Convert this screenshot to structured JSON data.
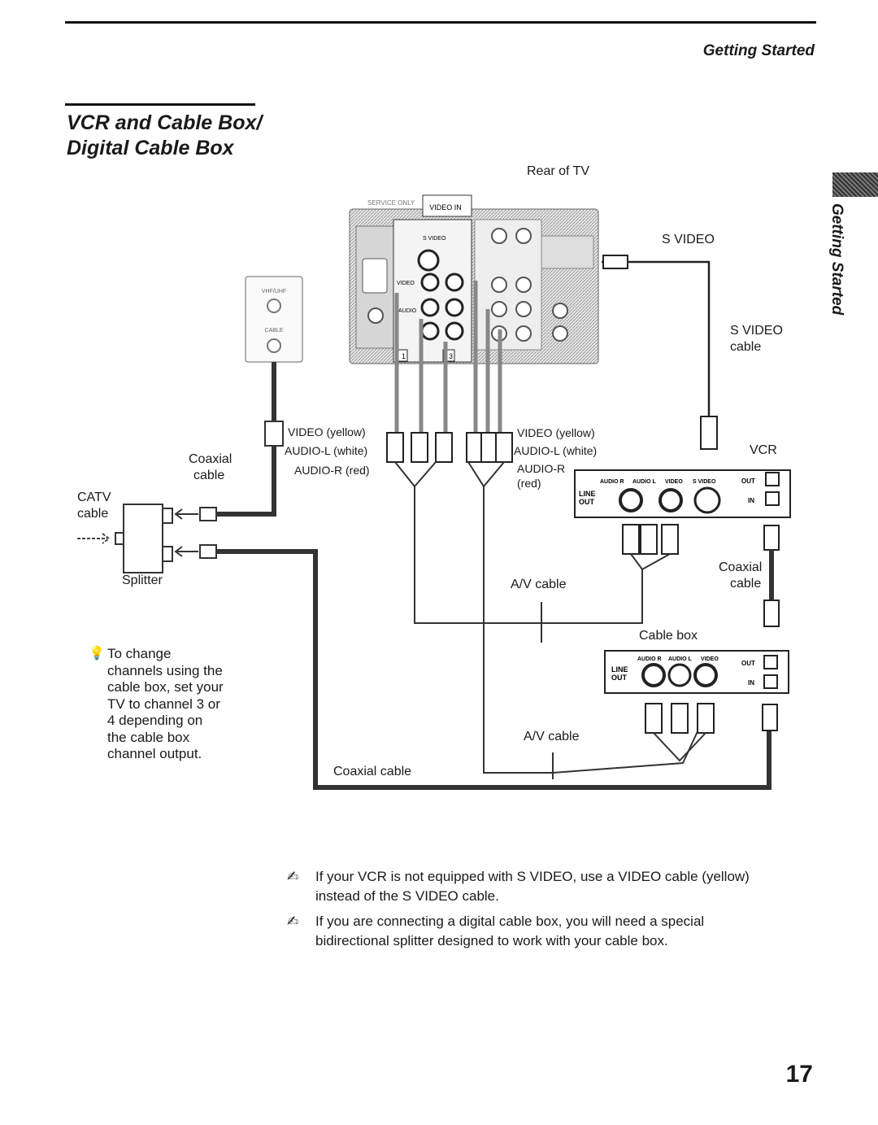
{
  "header": {
    "running_head": "Getting Started",
    "side_tab": "Getting Started"
  },
  "title": {
    "line1": "VCR and Cable Box/",
    "line2": "Digital Cable Box"
  },
  "tv": {
    "caption": "Rear of TV",
    "panel_labels": {
      "service_only": "SERVICE ONLY",
      "video_in": "VIDEO IN",
      "s_video": "S VIDEO",
      "video": "VIDEO",
      "audio": "AUDIO",
      "vhf_uhf": "VHF/UHF",
      "cable": "CABLE",
      "in1": "1",
      "in3": "3"
    }
  },
  "labels": {
    "s_video": "S VIDEO",
    "s_video_cable_1": "S VIDEO",
    "s_video_cable_2": "cable",
    "video_yellow_left": "VIDEO (yellow)",
    "audio_l_white_left": "AUDIO-L (white)",
    "audio_r_red_left": "AUDIO-R (red)",
    "video_yellow_right": "VIDEO (yellow)",
    "audio_l_white_right": "AUDIO-L (white)",
    "audio_r_right_1": "AUDIO-R",
    "audio_r_right_2": "(red)",
    "coaxial_cable_1": "Coaxial",
    "coaxial_cable_2": "cable",
    "catv_1": "CATV",
    "catv_2": "cable",
    "splitter": "Splitter",
    "av_cable_1": "A/V cable",
    "av_cable_2": "A/V cable",
    "vcr": "VCR",
    "coaxial_right_1": "Coaxial",
    "coaxial_right_2": "cable",
    "cable_box": "Cable box",
    "coaxial_bottom": "Coaxial cable"
  },
  "vcr_panel": {
    "audio_r": "AUDIO R",
    "audio_l": "AUDIO L",
    "video": "VIDEO",
    "s_video": "S VIDEO",
    "line": "LINE",
    "out": "OUT",
    "out_rf": "OUT",
    "in_rf": "IN"
  },
  "cablebox_panel": {
    "audio_r": "AUDIO R",
    "audio_l": "AUDIO L",
    "video": "VIDEO",
    "line": "LINE",
    "out": "OUT",
    "out_rf": "OUT",
    "in_rf": "IN"
  },
  "tip": {
    "icon": "lightbulb-icon",
    "lines": [
      "To change",
      "channels using the",
      "cable box, set your",
      "TV to channel 3 or",
      "4 depending on",
      "the cable box",
      "channel output."
    ]
  },
  "notes": [
    {
      "icon": "note-pencil-icon",
      "line1": "If your VCR is not equipped with S VIDEO, use a VIDEO cable (yellow)",
      "line2": "instead of the S VIDEO cable."
    },
    {
      "icon": "note-pencil-icon",
      "line1": "If you are connecting a digital cable box, you will need a special",
      "line2": "bidirectional splitter designed to work with your cable box."
    }
  ],
  "page_number": "17"
}
